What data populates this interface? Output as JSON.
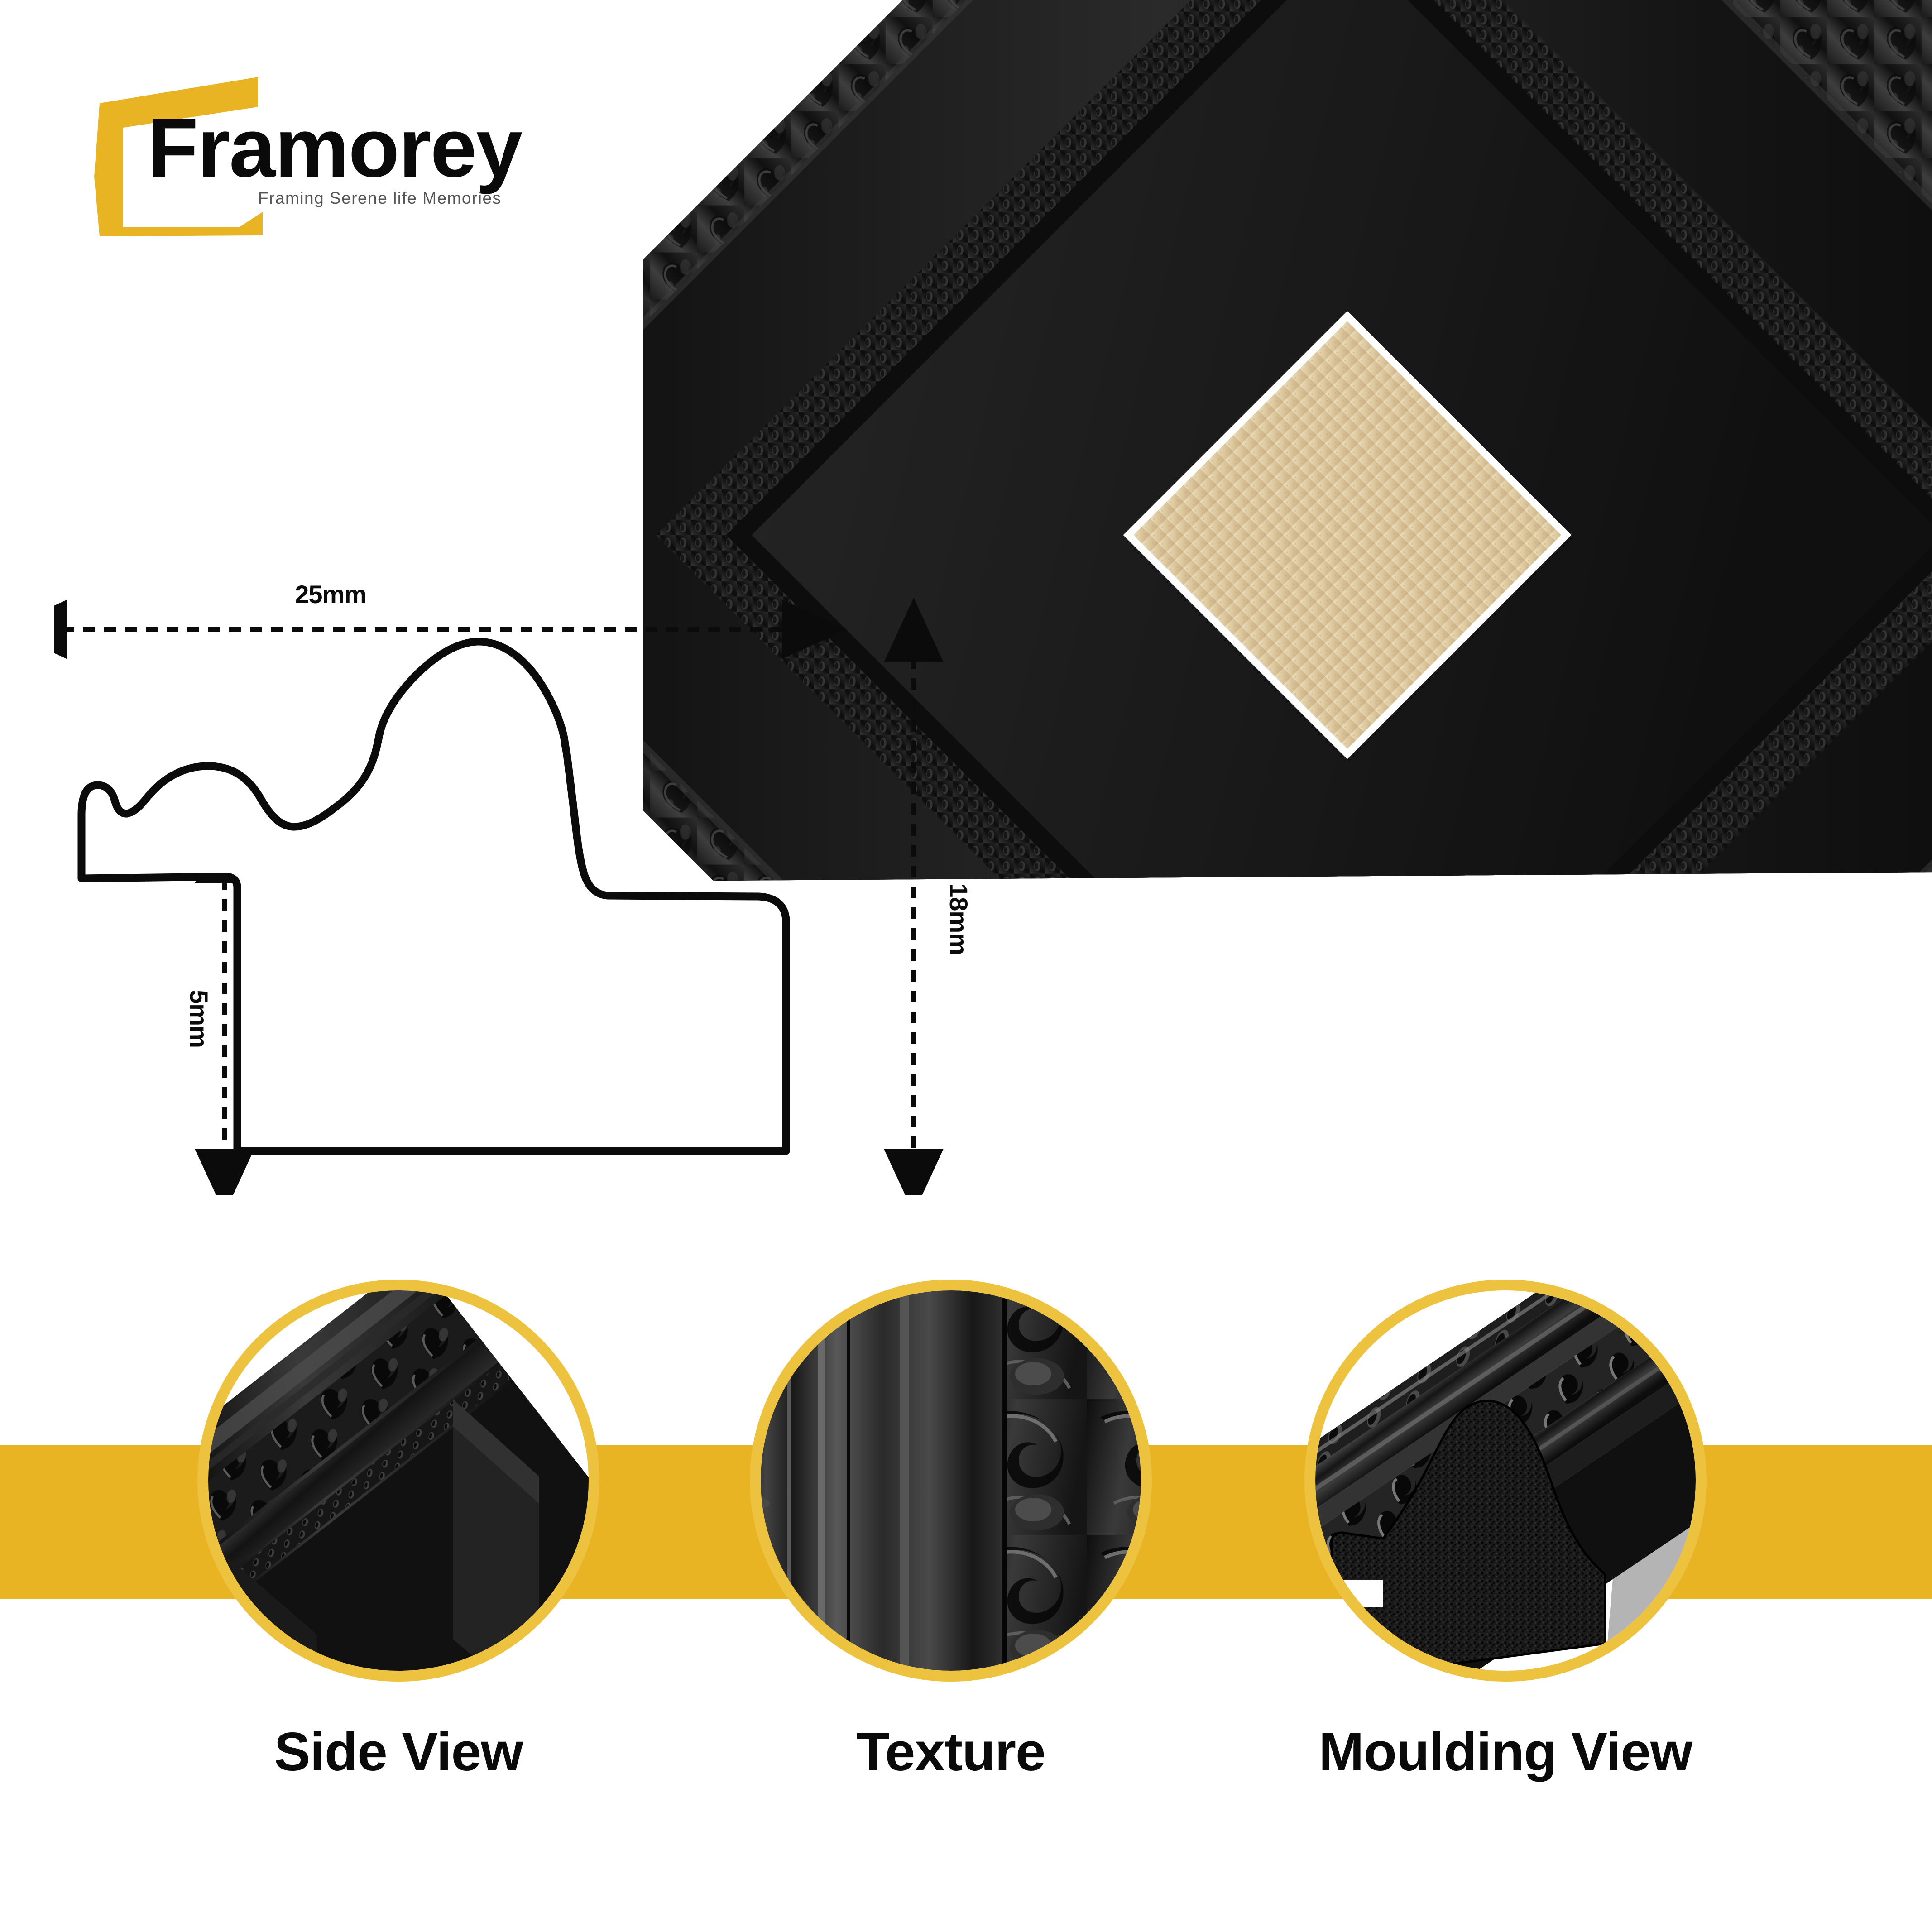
{
  "brand": {
    "name": "Framorey",
    "tagline": "Framing Serene life Memories",
    "accent_color": "#e8b424",
    "logo_mark": "open-frame-outline"
  },
  "hero": {
    "icon": "ornate-black-picture-frame-corner",
    "frame_color": "#111111",
    "mount_color": "#1c1c1c",
    "bevel_color": "#ffffff",
    "artwork_color": "#e2cfa4"
  },
  "profile": {
    "title": "moulding-cross-section",
    "width_label": "25mm",
    "height_label": "18mm",
    "rebate_label": "5mm",
    "line_color": "#0b0b0b"
  },
  "banner": {
    "color": "#e8b424"
  },
  "features": [
    {
      "label": "Side View",
      "icon": "frame-corner-angled-photo",
      "ring_color": "#edc23e"
    },
    {
      "label": "Texture",
      "icon": "frame-surface-closeup-photo",
      "ring_color": "#edc23e"
    },
    {
      "label": "Moulding View",
      "icon": "moulding-cut-section-photo",
      "ring_color": "#edc23e"
    }
  ]
}
